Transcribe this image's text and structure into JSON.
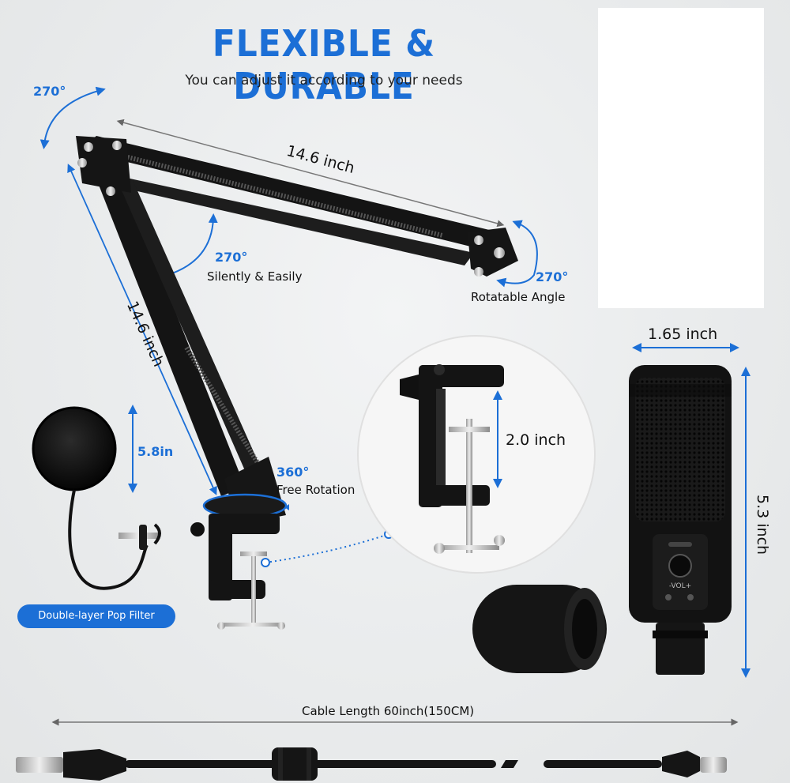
{
  "headline": "FLEXIBLE & DURABLE",
  "subheadline": "You can adjust it according to your needs",
  "labels": {
    "angle_top_left": "270°",
    "arm_length_top": "14.6 inch",
    "arm_length_side": "14.6 inch",
    "angle_mid": "270°",
    "silently": "Silently & Easily",
    "angle_right": "270°",
    "rotatable": "Rotatable Angle",
    "mic_width": "1.65 inch",
    "mic_height": "5.3 inch",
    "clamp_height": "2.0 inch",
    "popfilter_size": "5.8in",
    "rotation_angle": "360°",
    "free_rotation": "Free Rotation",
    "popfilter_name": "Double-layer Pop Filter",
    "cable_length": "Cable Length 60inch(150CM)",
    "vol_label": "-VOL+"
  },
  "colors": {
    "accent": "#1c6fd6",
    "product": "#121212"
  }
}
